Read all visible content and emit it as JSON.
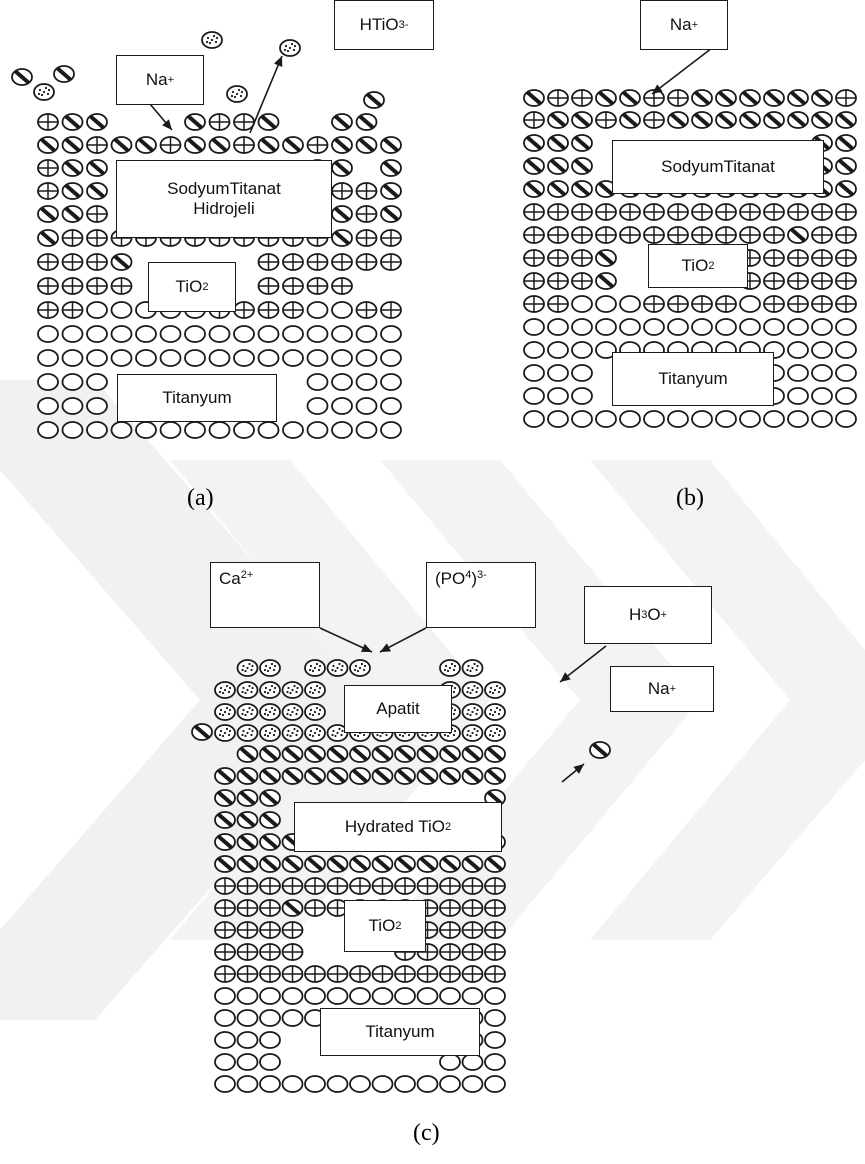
{
  "figure": {
    "panels": [
      {
        "id": "a",
        "caption": "(a)",
        "ion_boxes": [
          {
            "html": "Na<sup>+</sup>"
          },
          {
            "html": "HTiO<sub>3</sub><sup>-</sup>"
          }
        ],
        "layers": [
          {
            "label": "SodyumTitanat Hidrojeli",
            "html": "SodyumTitanat<br>Hidrojeli"
          },
          {
            "label": "TiO2",
            "html": "TiO<sub>2</sub>"
          },
          {
            "label": "Titanyum",
            "html": "Titanyum"
          }
        ]
      },
      {
        "id": "b",
        "caption": "(b)",
        "ion_boxes": [
          {
            "html": "Na<sup>+</sup>"
          }
        ],
        "layers": [
          {
            "label": "SodyumTitanat",
            "html": "SodyumTitanat"
          },
          {
            "label": "TiO2",
            "html": "TiO<sub>2</sub>"
          },
          {
            "label": "Titanyum",
            "html": "Titanyum"
          }
        ]
      },
      {
        "id": "c",
        "caption": "(c)",
        "ion_boxes": [
          {
            "html": "Ca<sup>2+</sup>"
          },
          {
            "html": "(PO<sub>4</sub>)<sup>3-</sup>"
          },
          {
            "html": "H<sub>3</sub>O<sup>+</sup>"
          },
          {
            "html": "Na<sup>+</sup>"
          }
        ],
        "layers": [
          {
            "label": "Apatit",
            "html": "Apatit"
          },
          {
            "label": "Hydrated TiO2",
            "html": "Hydrated TiO<sub>2</sub>"
          },
          {
            "label": "TiO2",
            "html": "TiO<sub>2</sub>"
          },
          {
            "label": "Titanyum",
            "html": "Titanyum"
          }
        ]
      }
    ],
    "colors": {
      "ink": "#1a1a1a",
      "watermark": "#f1f1f1"
    }
  }
}
